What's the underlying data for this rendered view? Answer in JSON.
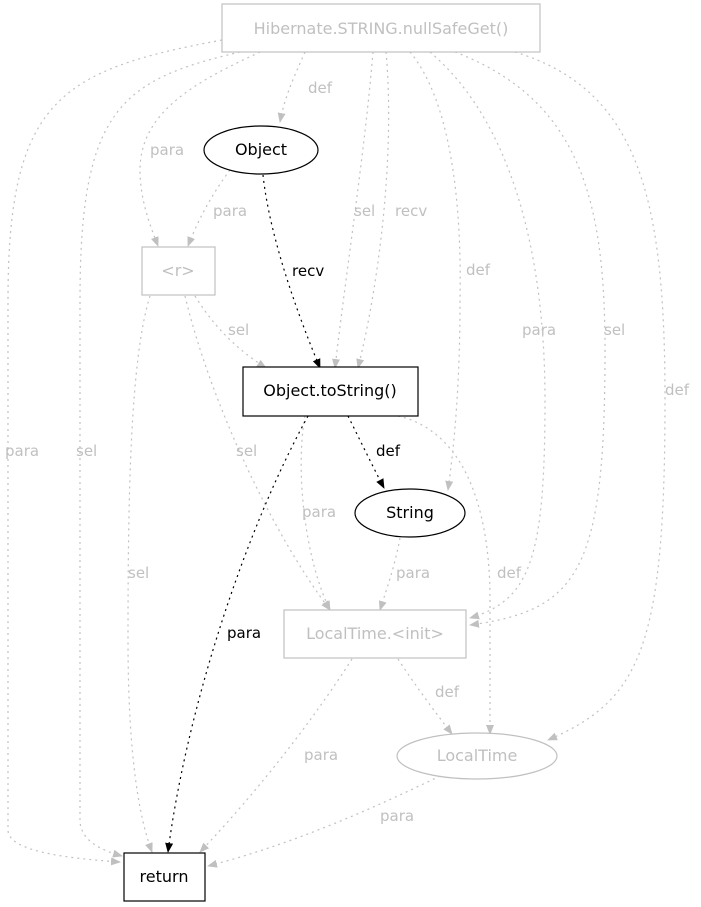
{
  "diagram": {
    "colors": {
      "active": "#000000",
      "muted": "#c0c0c0",
      "background": "#ffffff"
    },
    "nodes": {
      "hibernate": {
        "label": "Hibernate.STRING.nullSafeGet()",
        "shape": "box",
        "muted": true
      },
      "object": {
        "label": "Object",
        "shape": "ellipse",
        "muted": false
      },
      "r": {
        "label": "<r>",
        "shape": "box",
        "muted": true
      },
      "tostring": {
        "label": "Object.toString()",
        "shape": "box",
        "muted": false
      },
      "string": {
        "label": "String",
        "shape": "ellipse",
        "muted": false
      },
      "init": {
        "label": "LocalTime.<init>",
        "shape": "box",
        "muted": true
      },
      "localtime": {
        "label": "LocalTime",
        "shape": "ellipse",
        "muted": true
      },
      "return": {
        "label": "return",
        "shape": "box",
        "muted": false
      }
    },
    "edges": [
      {
        "id": "hib-object-def",
        "from": "hibernate",
        "to": "object",
        "label": "def",
        "muted": true
      },
      {
        "id": "hib-r-para",
        "from": "hibernate",
        "to": "r",
        "label": "para",
        "muted": true
      },
      {
        "id": "hib-tostring-sel",
        "from": "hibernate",
        "to": "tostring",
        "label": "sel",
        "muted": true
      },
      {
        "id": "hib-tostring-recv",
        "from": "hibernate",
        "to": "tostring",
        "label": "recv",
        "muted": true
      },
      {
        "id": "hib-string-def",
        "from": "hibernate",
        "to": "string",
        "label": "def",
        "muted": true
      },
      {
        "id": "hib-init-para",
        "from": "hibernate",
        "to": "init",
        "label": "para",
        "muted": true
      },
      {
        "id": "hib-init-sel",
        "from": "hibernate",
        "to": "init",
        "label": "sel",
        "muted": true
      },
      {
        "id": "hib-localtime-def",
        "from": "hibernate",
        "to": "localtime",
        "label": "def",
        "muted": true
      },
      {
        "id": "hib-return-para",
        "from": "hibernate",
        "to": "return",
        "label": "para",
        "muted": true
      },
      {
        "id": "hib-return-sel",
        "from": "hibernate",
        "to": "return",
        "label": "sel",
        "muted": true
      },
      {
        "id": "object-r-para",
        "from": "object",
        "to": "r",
        "label": "para",
        "muted": true
      },
      {
        "id": "object-tostring-recv",
        "from": "object",
        "to": "tostring",
        "label": "recv",
        "muted": false
      },
      {
        "id": "r-tostring-sel",
        "from": "r",
        "to": "tostring",
        "label": "sel",
        "muted": true
      },
      {
        "id": "r-init-sel",
        "from": "r",
        "to": "init",
        "label": "sel",
        "muted": true
      },
      {
        "id": "r-return-sel",
        "from": "r",
        "to": "return",
        "label": "sel",
        "muted": true
      },
      {
        "id": "tostring-string-def",
        "from": "tostring",
        "to": "string",
        "label": "def",
        "muted": false
      },
      {
        "id": "tostring-init-para",
        "from": "tostring",
        "to": "init",
        "label": "para",
        "muted": true
      },
      {
        "id": "tostring-localtime-def",
        "from": "tostring",
        "to": "localtime",
        "label": "def",
        "muted": true
      },
      {
        "id": "tostring-return-para",
        "from": "tostring",
        "to": "return",
        "label": "para",
        "muted": false
      },
      {
        "id": "string-init-para",
        "from": "string",
        "to": "init",
        "label": "para",
        "muted": true
      },
      {
        "id": "init-localtime-def",
        "from": "init",
        "to": "localtime",
        "label": "def",
        "muted": true
      },
      {
        "id": "init-return-para",
        "from": "init",
        "to": "return",
        "label": "para",
        "muted": true
      },
      {
        "id": "localtime-return-para",
        "from": "localtime",
        "to": "return",
        "label": "para",
        "muted": true
      }
    ]
  }
}
